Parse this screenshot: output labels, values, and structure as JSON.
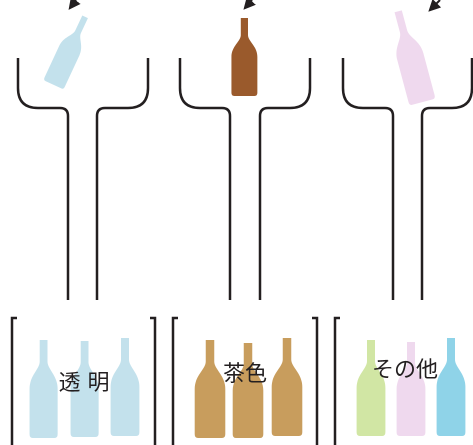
{
  "colors": {
    "line": "#231f20",
    "clear_bottle": "#c3e1ec",
    "brown_bottle": "#9a5a2c",
    "other_bottle": "#efd9ee",
    "brown_bin_bottle": "#c89d5d",
    "green_bottle": "#d1e6a4",
    "pink_bottle": "#efd9ee",
    "blue_bottle": "#8fd3e8"
  },
  "bins": [
    {
      "label": "透 明"
    },
    {
      "label": "茶色"
    },
    {
      "label": "その他"
    }
  ]
}
